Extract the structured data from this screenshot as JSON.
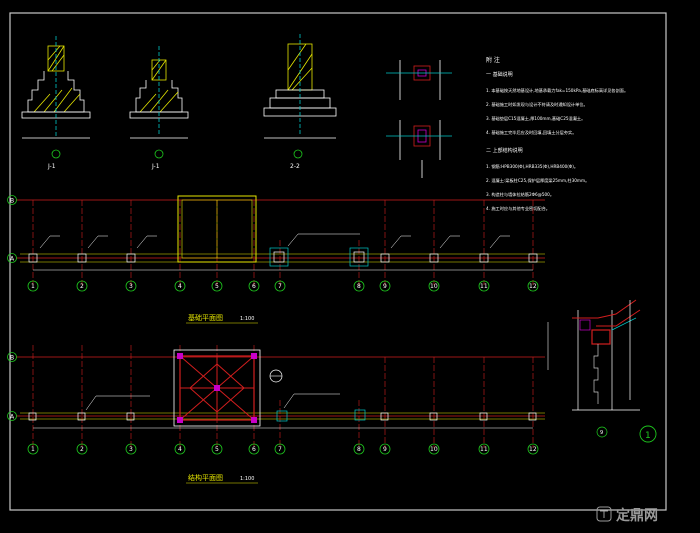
{
  "colors": {
    "background": "#000000",
    "frame": "#c8c8c8",
    "axis_red": "#d21e1e",
    "grid_green": "#1ec81e",
    "text_white": "#ffffff",
    "text_yellow": "#e6e600",
    "cyan": "#00c8c8",
    "hatch_yellow": "#e6e600",
    "magenta": "#c800c8"
  },
  "sections": {
    "s1": "J-1",
    "s2": "J-1",
    "s3": "2-2"
  },
  "notes": {
    "title": "附 注",
    "heading1": "一 基础说明",
    "items1": [
      "1. 本基础按天然地基设计,地基承载力fak=150kPa,基础底标高详见各剖面。",
      "2. 基础施工时如发现与设计不符请及时通知设计单位。",
      "3. 基础垫层C15混凝土,厚100mm,基础C25混凝土。",
      "4. 基础施工完毕后应及时回填,回填土分层夯实。"
    ],
    "heading2": "二 上部结构说明",
    "items2": [
      "1. 钢筋:HPB300(Φ),HRB335(Φ),HRB400(Φ)。",
      "2. 混凝土:梁板柱C25,保护层厚度梁25mm,柱30mm。",
      "3. 构造柱与墙体拉结筋2Φ6@500。",
      "4. 施工时应与其他专业密切配合。"
    ]
  },
  "plans": {
    "foundation_title": "基础平面图",
    "foundation_scale": "1:100",
    "structure_title": "结构平面图",
    "structure_scale": "1:100"
  },
  "axes": {
    "numbers": [
      "1",
      "2",
      "3",
      "4",
      "5",
      "6",
      "7",
      "8",
      "9",
      "10",
      "11",
      "12"
    ],
    "rows": [
      "B",
      "A"
    ]
  },
  "detail": {
    "label": "9",
    "index": "1"
  },
  "watermark": {
    "text": "定鼎网"
  }
}
